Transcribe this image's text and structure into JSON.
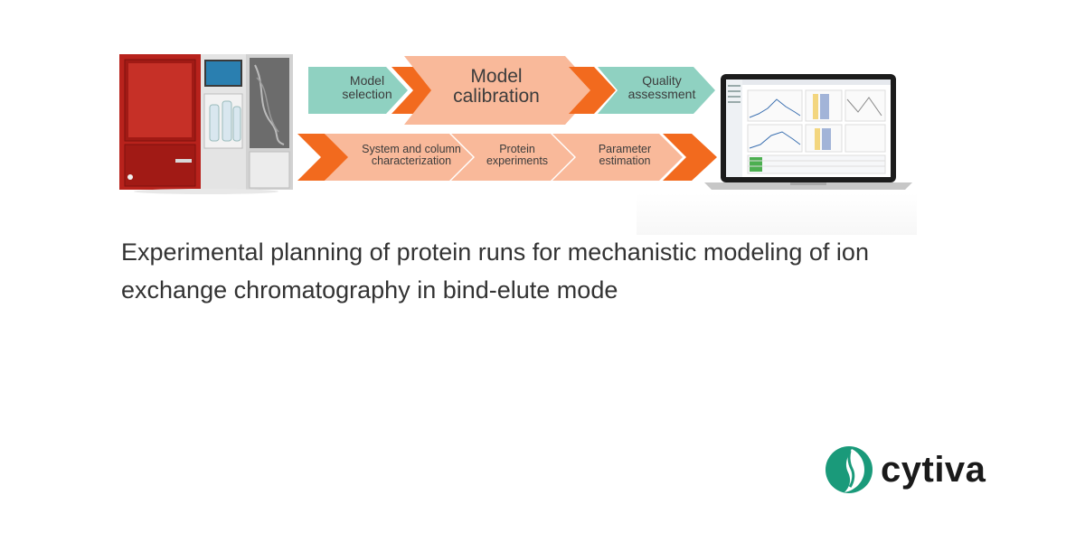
{
  "workflow": {
    "top_steps": [
      {
        "label_line1": "Model",
        "label_line2": "selection"
      },
      {
        "label_line1": "Model",
        "label_line2": "calibration"
      },
      {
        "label_line1": "Quality",
        "label_line2": "assessment"
      }
    ],
    "bottom_steps": [
      {
        "label_line1": "System and column",
        "label_line2": "characterization"
      },
      {
        "label_line1": "Protein",
        "label_line2": "experiments"
      },
      {
        "label_line1": "Parameter",
        "label_line2": "estimation"
      }
    ],
    "colors": {
      "teal": "#8fd1c1",
      "peach": "#f9b99a",
      "orange": "#f26a1e",
      "instrument_red": "#b8221c"
    }
  },
  "caption": {
    "line1": "Experimental planning of protein runs for mechanistic modeling of ion",
    "line2": "exchange chromatography in bind-elute mode"
  },
  "brand": {
    "name": "cytiva",
    "color": "#1a9a7a"
  }
}
